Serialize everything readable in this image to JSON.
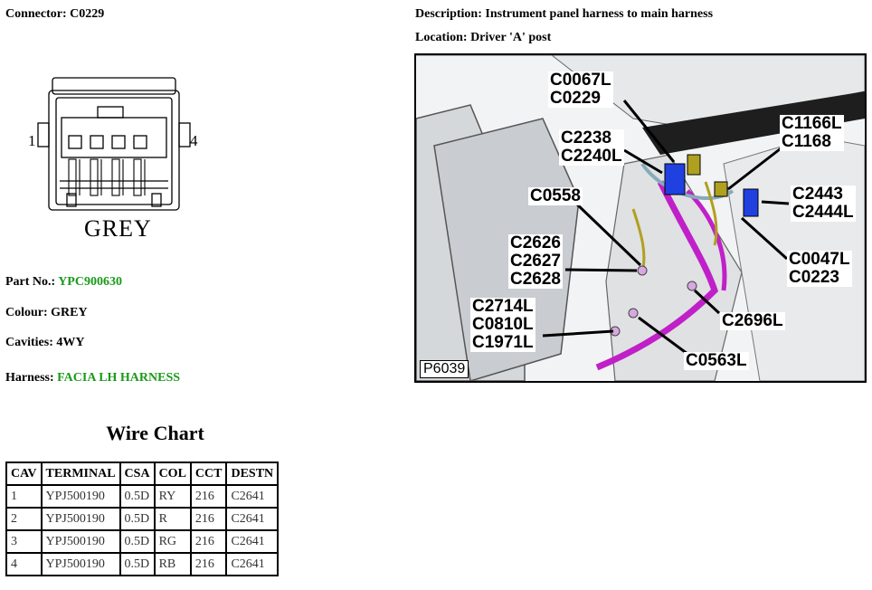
{
  "connector": {
    "label": "Connector:",
    "value": "C0229"
  },
  "description": {
    "label": "Description:",
    "value": "Instrument panel harness to main harness"
  },
  "location": {
    "label": "Location:",
    "value": "Driver 'A' post"
  },
  "diagram": {
    "pin_left": "1",
    "pin_right": "4",
    "colour_caption": "GREY"
  },
  "part_no": {
    "label": "Part No.:",
    "value": "YPC900630"
  },
  "colour": {
    "label": "Colour:",
    "value": "GREY"
  },
  "cavities": {
    "label": "Cavities:",
    "value": "4WY"
  },
  "harness": {
    "label": "Harness:",
    "value": "FACIA LH HARNESS"
  },
  "wire_chart": {
    "title": "Wire Chart",
    "headers": [
      "CAV",
      "TERMINAL",
      "CSA",
      "COL",
      "CCT",
      "DESTN"
    ],
    "rows": [
      [
        "1",
        "YPJ500190",
        "0.5D",
        "RY",
        "216",
        "C2641"
      ],
      [
        "2",
        "YPJ500190",
        "0.5D",
        "R",
        "216",
        "C2641"
      ],
      [
        "3",
        "YPJ500190",
        "0.5D",
        "RG",
        "216",
        "C2641"
      ],
      [
        "4",
        "YPJ500190",
        "0.5D",
        "RB",
        "216",
        "C2641"
      ]
    ]
  },
  "photo": {
    "code": "P6039",
    "callouts": [
      "C0067L\nC0229",
      "C2238\nC2240L",
      "C1166L\nC1168",
      "C0558",
      "C2443\nC2444L",
      "C2626\nC2627\nC2628",
      "C0047L\nC0223",
      "C2714L\nC0810L\nC1971L",
      "C2696L",
      "C0563L"
    ]
  },
  "colors": {
    "link_green": "#1a9a1a",
    "harness_purple": "#c020c8",
    "connector_blue": "#2040e0",
    "connector_yellow": "#b0a020"
  }
}
